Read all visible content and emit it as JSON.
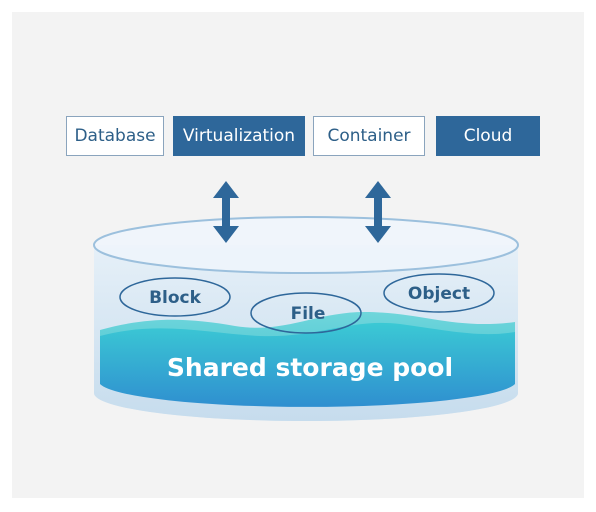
{
  "workloads": [
    {
      "label": "Database",
      "style": "light"
    },
    {
      "label": "Virtualization",
      "style": "dark"
    },
    {
      "label": "Container",
      "style": "light"
    },
    {
      "label": "Cloud",
      "style": "dark"
    }
  ],
  "storage_types": {
    "block": "Block",
    "file": "File",
    "object": "Object"
  },
  "pool": {
    "label": "Shared storage pool"
  },
  "colors": {
    "dark_box": "#2e679a",
    "light_box_border": "#8aa4bd",
    "arrow": "#2e679a",
    "water_top": "#39c6d2",
    "water_bottom": "#2f8ed0",
    "cylinder": "#cfe2f1"
  }
}
